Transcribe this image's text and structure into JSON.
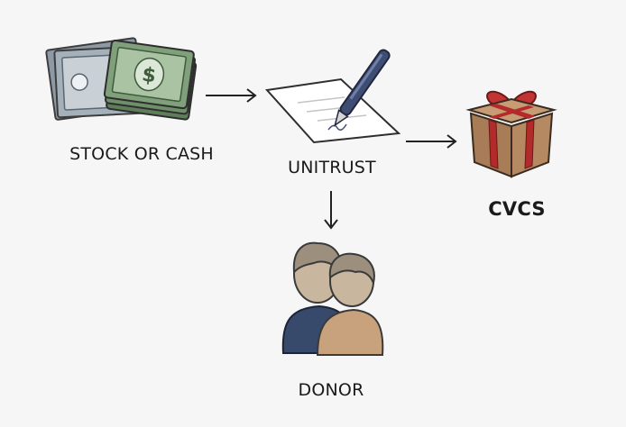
{
  "nodes": {
    "stock_or_cash": {
      "label": "STOCK OR CASH",
      "icon": "money-stack-icon"
    },
    "unitrust": {
      "label": "UNITRUST",
      "icon": "document-pen-icon"
    },
    "cvcs": {
      "label": "CVCS",
      "icon": "gift-box-icon"
    },
    "donor": {
      "label": "DONOR",
      "icon": "people-icon"
    }
  },
  "edges": [
    {
      "from": "stock_or_cash",
      "to": "unitrust"
    },
    {
      "from": "unitrust",
      "to": "cvcs"
    },
    {
      "from": "unitrust",
      "to": "donor"
    }
  ],
  "colors": {
    "background": "#f6f6f6",
    "arrow": "#222222",
    "cash_green": "#7fa07a",
    "stock_gray": "#8d9aa6",
    "paper": "#ffffff",
    "pen": "#3f4d73",
    "gift_box": "#b58a63",
    "gift_ribbon": "#b22a2a",
    "person_front": "#384a6b",
    "person_back": "#c8a27c",
    "skin": "#c8b79e"
  }
}
